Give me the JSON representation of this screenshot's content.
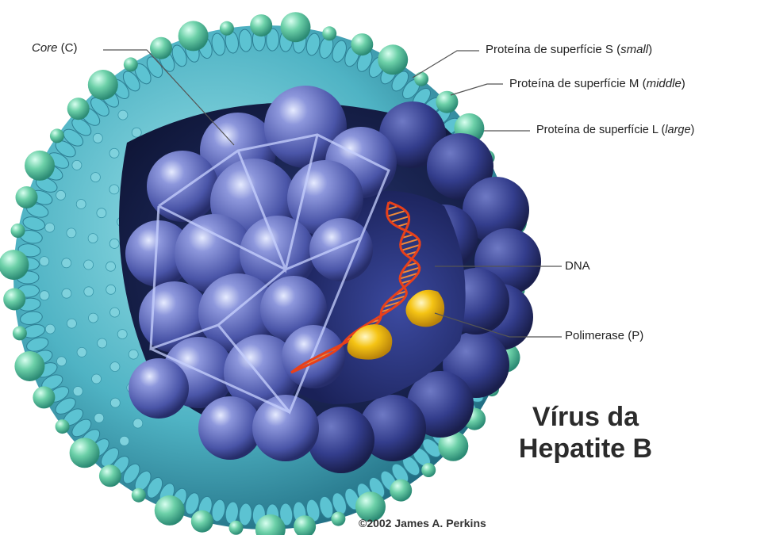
{
  "diagram": {
    "labels": {
      "core": {
        "prefix": "Core",
        "suffix": " (C)"
      },
      "protein_s": {
        "prefix": "Proteína de superfície S (",
        "emph": "small",
        "suffix": ")"
      },
      "protein_m": {
        "prefix": "Proteína de superfície M (",
        "emph": "middle",
        "suffix": ")"
      },
      "protein_l": {
        "prefix": "Proteína de superfície L (",
        "emph": "large",
        "suffix": ")"
      },
      "dna": "DNA",
      "polymerase": "Polimerase (P)"
    },
    "title_line1": "Vírus da",
    "title_line2": "Hepatite B",
    "copyright": "©2002 James A. Perkins",
    "colors": {
      "envelope": "#4fb3c4",
      "envelope_dark": "#2c7f94",
      "surface_protein": "#6cd0a8",
      "capsomer": "#5a66b8",
      "capsomer_light": "#aab4ee",
      "core_interior": "#1c2352",
      "dna_strand": "#e8401a",
      "polymerase": "#f5c414"
    }
  }
}
